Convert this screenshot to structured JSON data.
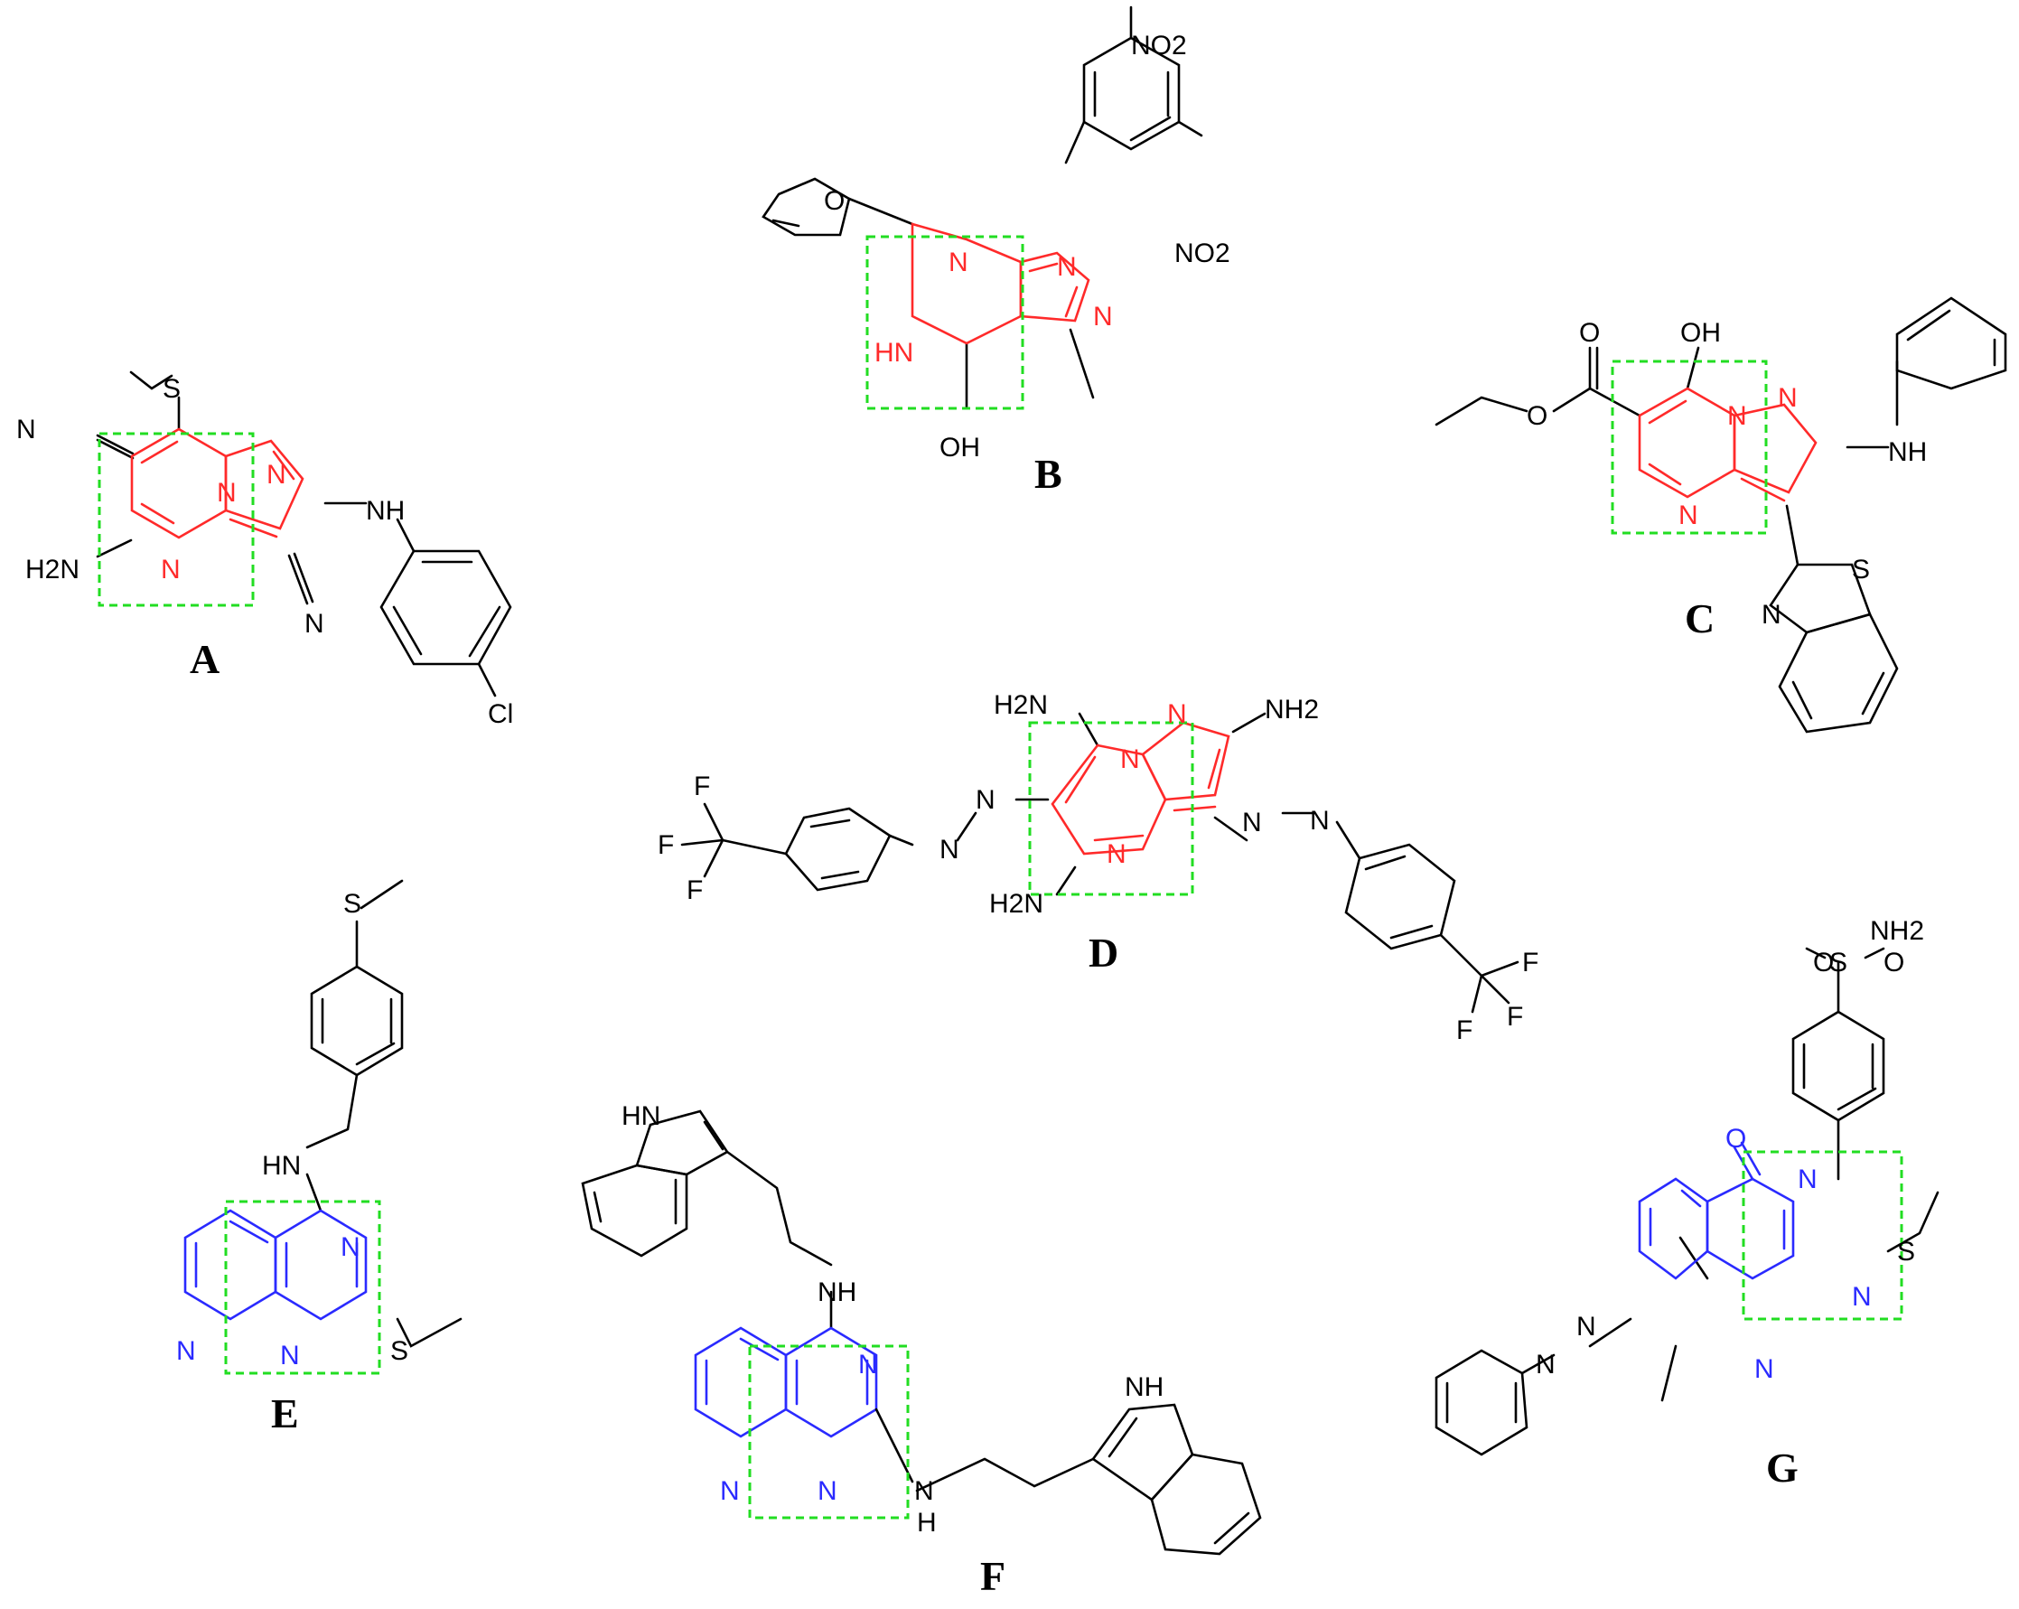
{
  "figure": {
    "background": "#ffffff",
    "colors": {
      "bonds": "#000000",
      "pyrazolopyrimidine_core": "#ff2a2a",
      "pyridopyrimidine_core": "#2a2aff",
      "highlight_box": "#22dd22"
    },
    "compounds": [
      {
        "label": "A",
        "atoms": [
          "S",
          "N",
          "H2N",
          "N",
          "N",
          "N",
          "NH",
          "N",
          "Cl"
        ]
      },
      {
        "label": "B",
        "atoms": [
          "NO2",
          "NO2",
          "O",
          "N",
          "N",
          "N",
          "HN",
          "OH"
        ]
      },
      {
        "label": "C",
        "atoms": [
          "O",
          "O",
          "OH",
          "N",
          "N",
          "N",
          "NH",
          "S",
          "N"
        ]
      },
      {
        "label": "D",
        "atoms": [
          "H2N",
          "NH2",
          "N",
          "N",
          "N",
          "N",
          "N",
          "N",
          "N",
          "H2N",
          "F",
          "F",
          "F",
          "F",
          "F",
          "F"
        ]
      },
      {
        "label": "E",
        "atoms": [
          "S",
          "HN",
          "N",
          "N",
          "N",
          "S"
        ]
      },
      {
        "label": "F",
        "atoms": [
          "HN",
          "NH",
          "N",
          "N",
          "N",
          "H",
          "N",
          "NH"
        ]
      },
      {
        "label": "G",
        "atoms": [
          "NH2",
          "S",
          "O",
          "O",
          "O",
          "N",
          "S",
          "N",
          "N",
          "N",
          "N"
        ]
      }
    ]
  }
}
